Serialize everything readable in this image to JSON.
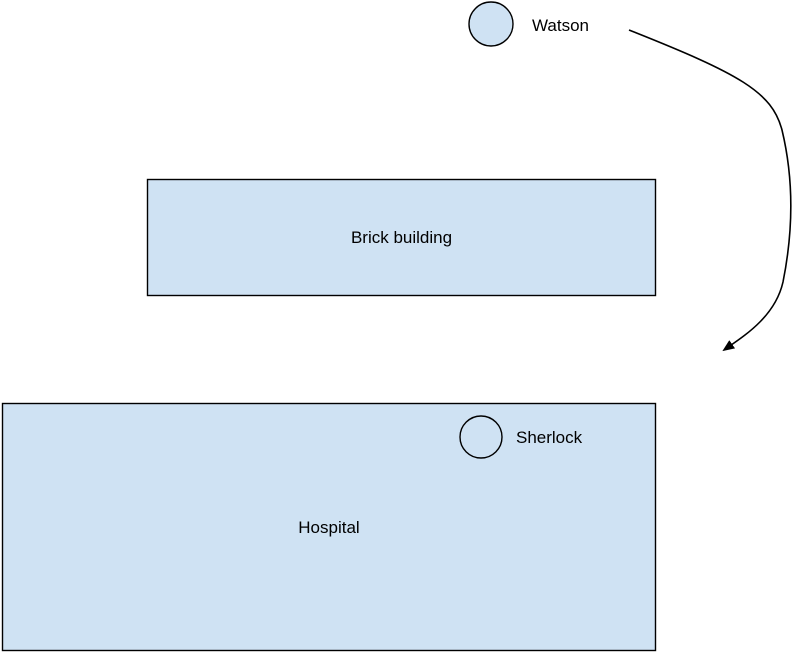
{
  "diagram": {
    "nodes": {
      "watson": {
        "label": "Watson"
      },
      "brick_building": {
        "label": "Brick building"
      },
      "hospital": {
        "label": "Hospital"
      },
      "sherlock": {
        "label": "Sherlock"
      }
    },
    "edges": [
      {
        "from": "watson",
        "to": "hospital",
        "style": "curved-arrow"
      }
    ]
  },
  "colors": {
    "fill": "#cfe2f3",
    "stroke": "#000000",
    "sherlock_fill": "#cfe2f3"
  }
}
